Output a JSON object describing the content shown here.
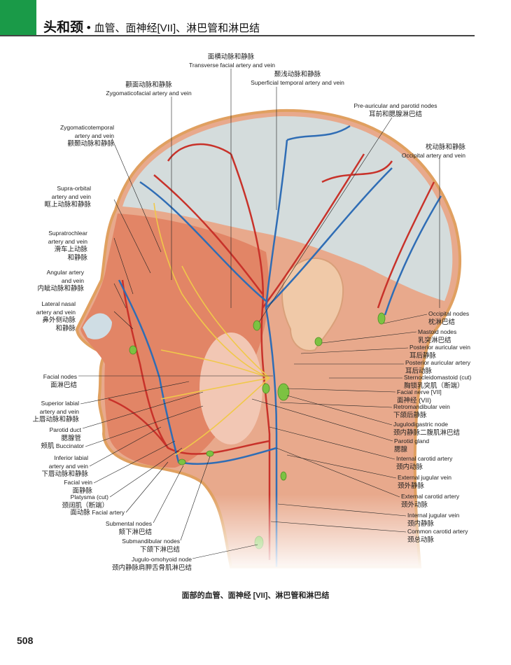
{
  "header": {
    "title_main": "头和颈",
    "separator": "•",
    "title_sub": "血管、面神经[VII]、淋巴管和淋巴结"
  },
  "labels": {
    "transverse_facial": {
      "zh": "面横动脉和静脉",
      "en": "Transverse facial artery and vein"
    },
    "superficial_temporal": {
      "zh": "颞浅动脉和静脉",
      "en": "Superficial temporal artery and vein"
    },
    "zygomaticofacial": {
      "zh": "颧面动脉和静脉",
      "en": "Zygomaticofacial artery and vein"
    },
    "preauricular": {
      "en": "Pre-auricular and parotid nodes",
      "zh": "耳前和腮腺淋巴结"
    },
    "occipital_av": {
      "zh": "枕动脉和静脉",
      "en": "Occipital artery and vein"
    },
    "zygomaticotemporal": {
      "en1": "Zygomaticotemporal",
      "en2": "artery and vein",
      "zh": "颧颞动脉和静脉"
    },
    "supraorbital": {
      "en1": "Supra-orbital",
      "en2": "artery and vein",
      "zh": "眶上动脉和静脉"
    },
    "supratrochlear": {
      "en1": "Supratrochlear",
      "en2": "artery and vein",
      "zh1": "滑车上动脉",
      "zh2": "和静脉"
    },
    "angular": {
      "en1": "Angular artery",
      "en2": "and vein",
      "zh": "内眦动脉和静脉"
    },
    "lateral_nasal": {
      "en1": "Lateral nasal",
      "en2": "artery and vein",
      "zh1": "鼻外侧动脉",
      "zh2": "和静脉"
    },
    "facial_nodes": {
      "en": "Facial nodes",
      "zh": "面淋巴结"
    },
    "superior_labial": {
      "en1": "Superior labial",
      "en2": "artery and vein",
      "zh": "上唇动脉和静脉"
    },
    "parotid_duct": {
      "en": "Parotid duct",
      "zh": "腮腺管"
    },
    "buccinator": {
      "zh": "颊肌",
      "en": "Buccinator"
    },
    "inferior_labial": {
      "en1": "Inferior labial",
      "en2": "artery and vein",
      "zh": "下唇动脉和静脉"
    },
    "facial_vein": {
      "en": "Facial vein",
      "zh": "面静脉"
    },
    "platysma": {
      "en": "Platysma (cut)",
      "zh": "颈阔肌（断端）"
    },
    "facial_artery": {
      "zh": "面动脉",
      "en": "Facial artery"
    },
    "submental": {
      "en": "Submental nodes",
      "zh": "颏下淋巴结"
    },
    "submandibular": {
      "en": "Submandibular nodes",
      "zh": "下颌下淋巴结"
    },
    "jugulo_omohyoid": {
      "en": "Jugulo-omohyoid node",
      "zh": "颈内静脉肩胛舌骨肌淋巴结"
    },
    "occipital_nodes": {
      "en": "Occipital nodes",
      "zh": "枕淋巴结"
    },
    "mastoid_nodes": {
      "en": "Mastoid nodes",
      "zh": "乳突淋巴结"
    },
    "post_auricular_vein": {
      "en": "Posterior auricular vein",
      "zh": "耳后静脉"
    },
    "post_auricular_artery": {
      "en": "Posterior auricular artery",
      "zh": "耳后动脉"
    },
    "sternocleidomastoid": {
      "en": "Sternocleidomastoid (cut)",
      "zh": "胸锁乳突肌（断端）"
    },
    "facial_nerve": {
      "en": "Facial nerve [VII]",
      "zh": "面神经 (VII)"
    },
    "retromandibular": {
      "en": "Retromandibular vein",
      "zh": "下颌后静脉"
    },
    "jugulodigastric": {
      "en": "Jugulodigastric node",
      "zh": "颈内静脉二腹肌淋巴结"
    },
    "parotid_gland": {
      "en": "Parotid gland",
      "zh": "腮腺"
    },
    "internal_carotid": {
      "en": "Internal carotid artery",
      "zh": "颈内动脉"
    },
    "external_jugular": {
      "en": "External jugular vein",
      "zh": "颈外静脉"
    },
    "external_carotid": {
      "en": "External carotid artery",
      "zh": "颈外动脉"
    },
    "internal_jugular": {
      "en": "Internal jugular vein",
      "zh": "颈内静脉"
    },
    "common_carotid": {
      "en": "Common carotid artery",
      "zh": "颈总动脉"
    }
  },
  "caption": "面部的血管、面神经 [VII]、淋巴管和淋巴结",
  "page_number": "508",
  "colors": {
    "accent": "#1a9a48",
    "artery": "#c8322a",
    "vein": "#2f6db5",
    "nerve": "#f0c84a",
    "node": "#7cc242",
    "muscle": "#e38a68"
  }
}
